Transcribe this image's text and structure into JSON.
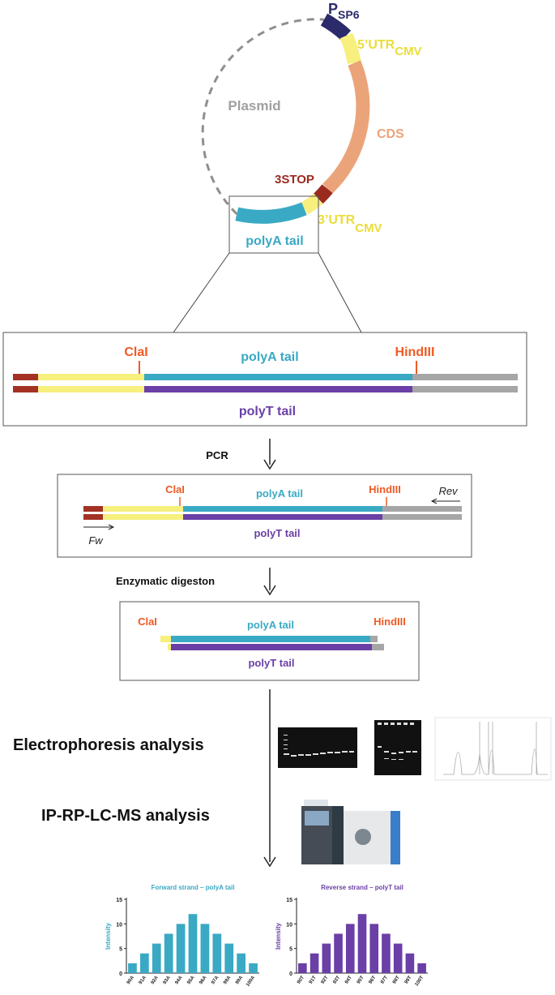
{
  "plasmid": {
    "label": "Plasmid",
    "promoter_main": "P",
    "promoter_sub": "SP6",
    "utr5_main": "5’UTR",
    "utr5_sub": "CMV",
    "cds": "CDS",
    "stop": "3STOP",
    "utr3_main": "3’UTR",
    "utr3_sub": "CMV",
    "polya": "polyA tail"
  },
  "construct1": {
    "site_left": "ClaI",
    "site_right": "HindIII",
    "top_label": "polyA tail",
    "bottom_label": "polyT tail"
  },
  "step_pcr": "PCR",
  "construct2": {
    "site_left": "ClaI",
    "site_right": "HindIII",
    "top_label": "polyA tail",
    "bottom_label": "polyT tail",
    "primer_rev": "Rev",
    "primer_fw": "Fw"
  },
  "step_digest": "Enzymatic digeston",
  "construct3": {
    "site_left": "ClaI",
    "site_right": "HindIII",
    "top_label": "polyA tail",
    "bottom_label": "polyT tail"
  },
  "analysis": {
    "electrophoresis": "Electrophoresis analysis",
    "lcms": "IP-RP-LC-MS analysis"
  },
  "colors": {
    "promoter": "#2b2a6b",
    "utr": "#f7ef7e",
    "cds": "#eba47a",
    "stop": "#9b2a1f",
    "polya": "#3aa9c4",
    "polyt": "#6a3fa6",
    "grey": "#a6a6a6",
    "site": "#ef5a24",
    "dark_red": "#a33224",
    "plasmid_text": "#a0a0a0",
    "utr_text": "#eadd3b"
  },
  "chart_data": [
    {
      "type": "bar",
      "title": "Forward strand – polyA tail",
      "ylabel": "Intensity",
      "xlabel": "",
      "categories": [
        "90A",
        "91A",
        "92A",
        "93A",
        "94A",
        "95A",
        "96A",
        "97A",
        "98A",
        "99A",
        "100A"
      ],
      "values": [
        2,
        4,
        6,
        8,
        10,
        12,
        10,
        8,
        6,
        4,
        2
      ],
      "ylim": [
        0,
        15
      ],
      "yticks": [
        0,
        5,
        10,
        15
      ],
      "color": "#3aa9c4"
    },
    {
      "type": "bar",
      "title": "Reverse strand – polyT tail",
      "ylabel": "Intensity",
      "xlabel": "",
      "categories": [
        "90T",
        "91T",
        "92T",
        "93T",
        "94T",
        "95T",
        "96T",
        "97T",
        "98T",
        "99T",
        "100T"
      ],
      "values": [
        2,
        4,
        6,
        8,
        10,
        12,
        10,
        8,
        6,
        4,
        2
      ],
      "ylim": [
        0,
        15
      ],
      "yticks": [
        0,
        5,
        10,
        15
      ],
      "color": "#6a3fa6"
    }
  ]
}
